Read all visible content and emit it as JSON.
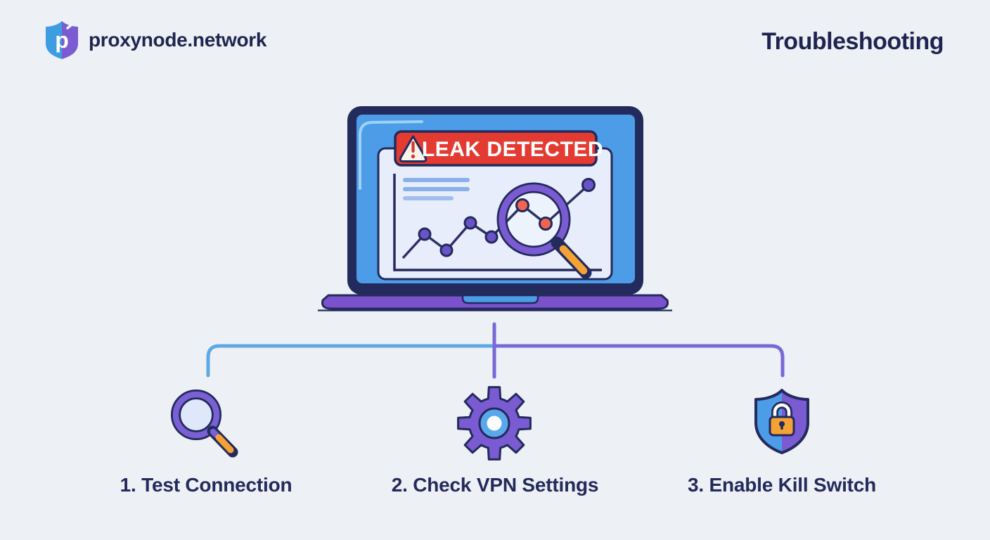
{
  "header": {
    "brand": "proxynode.network",
    "logo_icon": "shield-p-logo",
    "title": "Troubleshooting"
  },
  "alert": {
    "label": "LEAK DETECTED",
    "icon": "warning-triangle-icon"
  },
  "illustration": {
    "subject": "laptop showing line chart inspected by magnifying glass",
    "icons": [
      "magnifier-icon",
      "gear-icon",
      "shield-lock-icon"
    ]
  },
  "steps": [
    {
      "label": "1. Test Connection",
      "icon": "magnifier-icon"
    },
    {
      "label": "2. Check VPN Settings",
      "icon": "gear-icon"
    },
    {
      "label": "3. Enable Kill Switch",
      "icon": "shield-lock-icon"
    }
  ],
  "colors": {
    "background": "#edf0f4",
    "navy_outline": "#232a5c",
    "text_navy": "#1e2450",
    "screen_blue": "#4d9ce8",
    "panel_lavender": "#e7edfb",
    "alert_red": "#e33b31",
    "purple": "#7a5bd2",
    "base_purple": "#7a52cc",
    "orange": "#f5a234",
    "dot_red": "#f06450",
    "connector_blue": "#5ea9e4",
    "connector_purple": "#7a68d8"
  }
}
